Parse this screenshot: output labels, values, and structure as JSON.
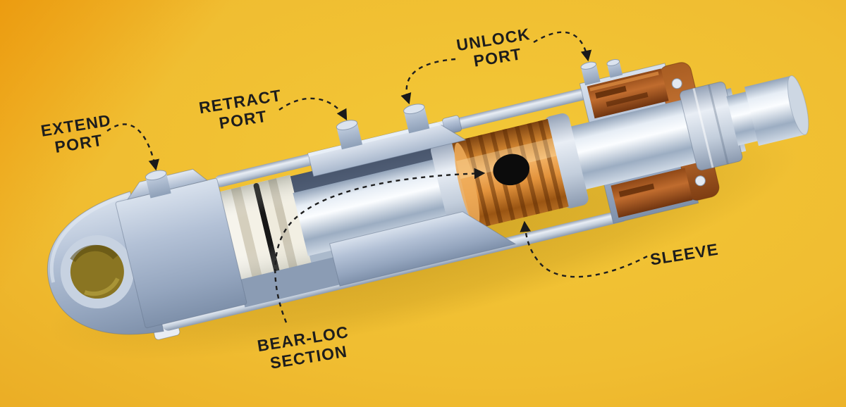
{
  "diagram": {
    "type": "cutaway-illustration",
    "labels": {
      "extend_port": {
        "line1": "EXTEND",
        "line2": "PORT"
      },
      "retract_port": {
        "line1": "RETRACT",
        "line2": "PORT"
      },
      "unlock_port": {
        "line1": "UNLOCK",
        "line2": "PORT"
      },
      "sleeve": {
        "line1": "SLEEVE"
      },
      "bear_loc_section": {
        "line1": "BEAR-LOC",
        "line2": "SECTION"
      }
    },
    "colors": {
      "background_yellow": "#f0bd31",
      "background_orange_corner": "#ec960a",
      "steel_body": "#a9b8d0",
      "steel_highlight": "#d8e1ed",
      "chrome_rod_highlight": "#fbfdff",
      "copper_sleeve": "#e3933c",
      "copper_dark": "#7c4210",
      "bronze_gland": "#c06c2e",
      "seal_white": "#f2efe3",
      "seal_ring_black": "#171717",
      "leader_line": "#1f1f1f",
      "label_text": "#1d1d1d"
    }
  }
}
